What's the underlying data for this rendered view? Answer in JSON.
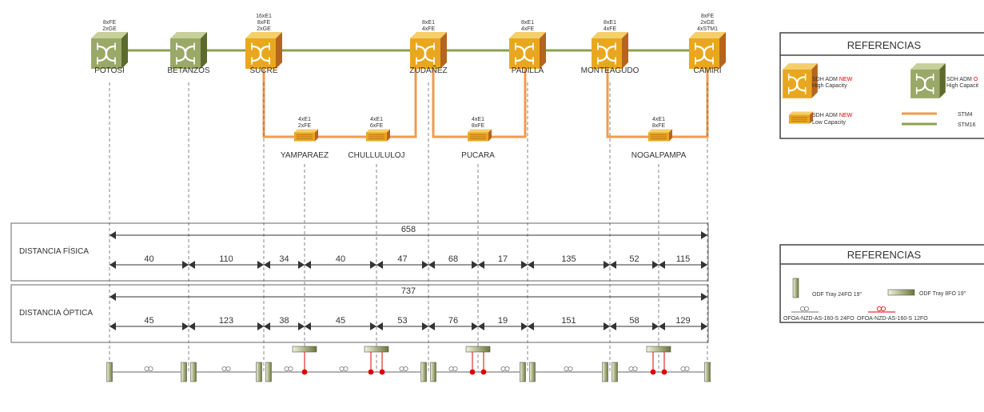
{
  "diagram": {
    "main_nodes": [
      {
        "name": "POTOSÍ",
        "cap": [
          "8xFE",
          "2xGE"
        ],
        "kind": "existing"
      },
      {
        "name": "BETANZOS",
        "cap": [],
        "kind": "existing"
      },
      {
        "name": "SUCRE",
        "cap": [
          "16xE1",
          "8xFE",
          "2xGE"
        ],
        "kind": "new"
      },
      {
        "name": "ZUDAÑEZ",
        "cap": [
          "8xE1",
          "4xFE"
        ],
        "kind": "new"
      },
      {
        "name": "PADILLA",
        "cap": [
          "8xE1",
          "4xFE"
        ],
        "kind": "new"
      },
      {
        "name": "MONTEAGUDO",
        "cap": [
          "8xE1",
          "4xFE"
        ],
        "kind": "new"
      },
      {
        "name": "CAMIRI",
        "cap": [
          "8xFE",
          "2xGE",
          "4xSTM1"
        ],
        "kind": "new"
      }
    ],
    "sub_nodes": [
      {
        "name": "YAMPARAEZ",
        "cap": [
          "4xE1",
          "2xFE"
        ]
      },
      {
        "name": "CHULLULULOJ",
        "cap": [
          "4xE1",
          "6xFE"
        ]
      },
      {
        "name": "PUCARA",
        "cap": [
          "4xE1",
          "8xFE"
        ]
      },
      {
        "name": "NOGALPAMPA",
        "cap": [
          "4xE1",
          "8xFE"
        ]
      }
    ],
    "physical": {
      "label": "DISTANCIA FÍSICA",
      "total": "658",
      "segments": [
        "40",
        "110",
        "34",
        "40",
        "47",
        "68",
        "17",
        "135",
        "52",
        "115"
      ]
    },
    "optical": {
      "label": "DISTANCIA ÓPTICA",
      "total": "737",
      "segments": [
        "45",
        "123",
        "38",
        "45",
        "53",
        "76",
        "19",
        "151",
        "58",
        "129"
      ]
    }
  },
  "legend1": {
    "title": "REFERENCIAS",
    "items": [
      {
        "line1": "SDH ADM ",
        "line1_red": "NEW",
        "line2": "High Capacity"
      },
      {
        "line1": "SDH ADM ",
        "line1_red": "O",
        "line2": "High Capacit"
      },
      {
        "line1": "SDH ADM ",
        "line1_red": "NEW",
        "line2": "Low Capacity"
      }
    ],
    "stm4": "STM4",
    "stm16": "STM16"
  },
  "legend2": {
    "title": "REFERENCIAS",
    "odf24": "ODF Tray 24FO 19\"",
    "odf8": "ODF Tray 8FO 19\"",
    "cable24": "OFOA-NZD-AS-160-S 24FO",
    "cable12": "OFOA-NZD-AS-160-S 12FO"
  },
  "colors": {
    "stm4": "#ef9b50",
    "stm16": "#8ea04e",
    "new_node": "#e9a71f",
    "existing_node": "#9aa868",
    "splice": "#e00000"
  }
}
